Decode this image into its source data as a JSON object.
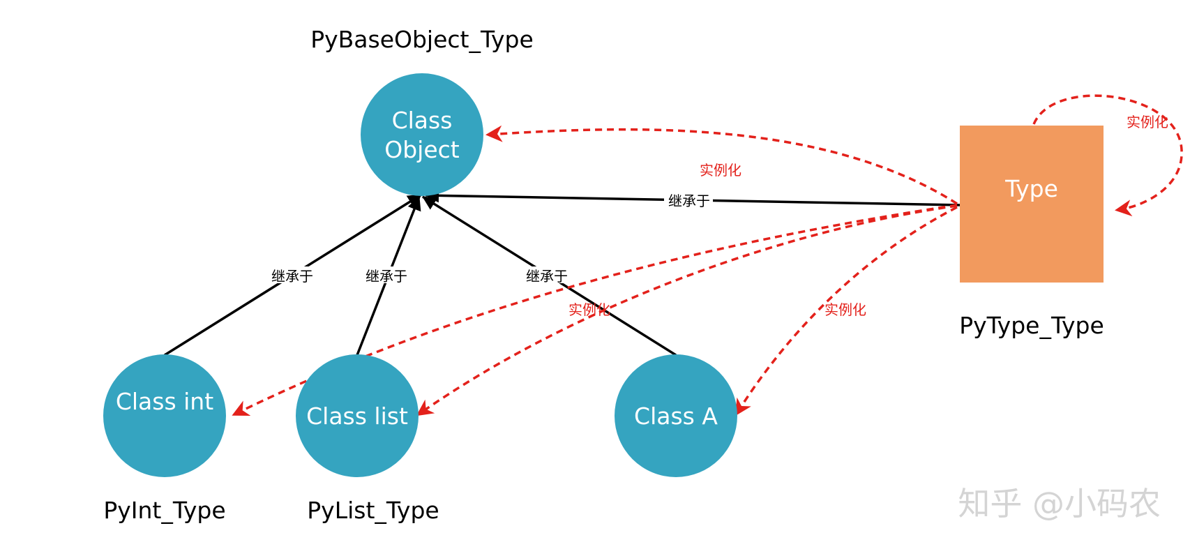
{
  "nodes": {
    "class_object": {
      "line1": "Class",
      "line2": "Object",
      "caption": "PyBaseObject_Type"
    },
    "type": {
      "label": "Type",
      "caption": "PyType_Type"
    },
    "class_int": {
      "label": "Class int",
      "caption": "PyInt_Type"
    },
    "class_list": {
      "label": "Class list",
      "caption": "PyList_Type"
    },
    "class_a": {
      "label": "Class A"
    }
  },
  "edge_labels": {
    "inherits": "继承于",
    "instantiates": "实例化"
  },
  "colors": {
    "circle": "#35a4c0",
    "type_box": "#f29a5e",
    "inherit_line": "#000000",
    "instance_line": "#e3211b"
  },
  "watermark": "知乎 @小码农"
}
